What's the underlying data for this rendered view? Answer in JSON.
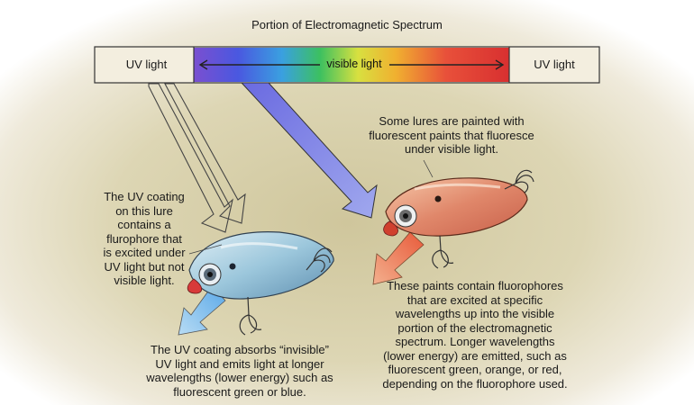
{
  "spectrum": {
    "title": "Portion of Electromagnetic Spectrum",
    "uv_left": "UV light",
    "visible": "visible light",
    "uv_right": "UV light"
  },
  "notes": {
    "red_lure_top": "Some lures are painted with\nfluorescent paints that fluoresce\nunder visible light.",
    "blue_lure_left": "The UV coating\non this lure\ncontains a\nflurophore that\nis excited under\nUV light but not\nvisible light.",
    "blue_lure_bottom": "The UV coating absorbs “invisible”\nUV light and emits light at longer\nwavelengths (lower energy) such as\nfluorescent green or blue.",
    "red_lure_bottom": "These paints contain fluorophores\nthat are excited at specific\nwavelengths up into the visible\nportion of the electromagnetic\nspectrum. Longer wavelengths\n(lower energy) are emitted, such as\nfluorescent green, orange, or red,\ndepending on the fluorophore used."
  },
  "colors": {
    "parchment": "#d8cfa8",
    "blue_lure": "#9cc7dc",
    "red_lure": "#e0876a"
  }
}
